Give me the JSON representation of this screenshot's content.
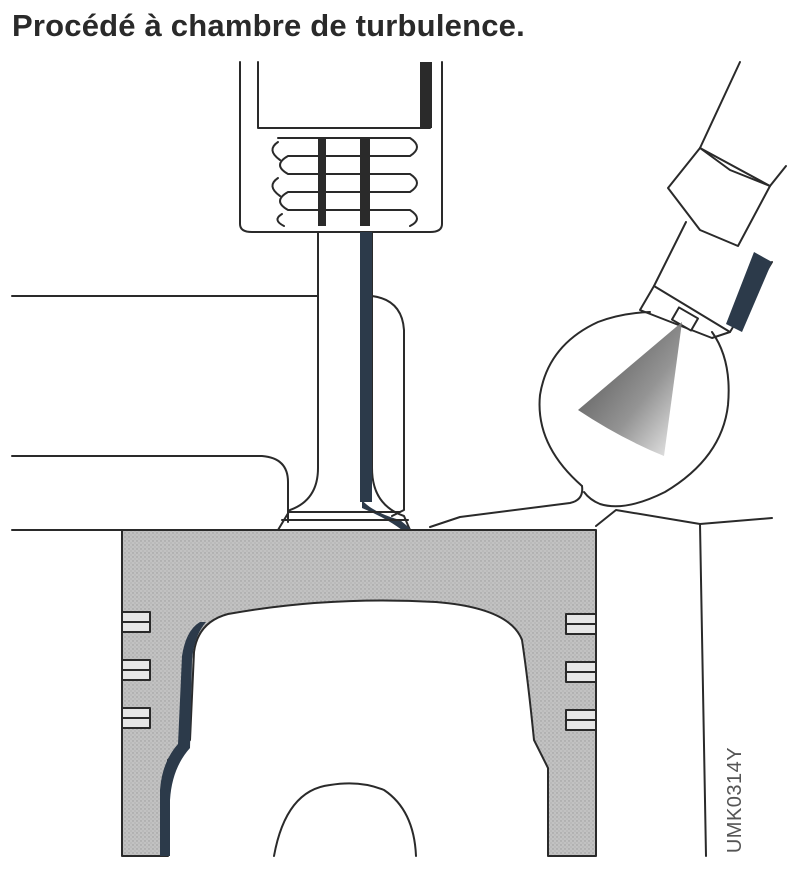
{
  "title": "Procédé à chambre de turbulence.",
  "figure_code": "UMK0314Y",
  "colors": {
    "ink": "#2a2a2a",
    "dark_band": "#2c3a4a",
    "piston_gray": "#b8b8b8",
    "spray_dark": "#555555",
    "background": "#ffffff"
  },
  "parts": [
    "valve",
    "valve-spring",
    "valve-guide",
    "cylinder-head",
    "swirl-chamber",
    "injector",
    "fuel-spray",
    "piston",
    "piston-rings",
    "piston-pin",
    "cylinder-wall"
  ]
}
